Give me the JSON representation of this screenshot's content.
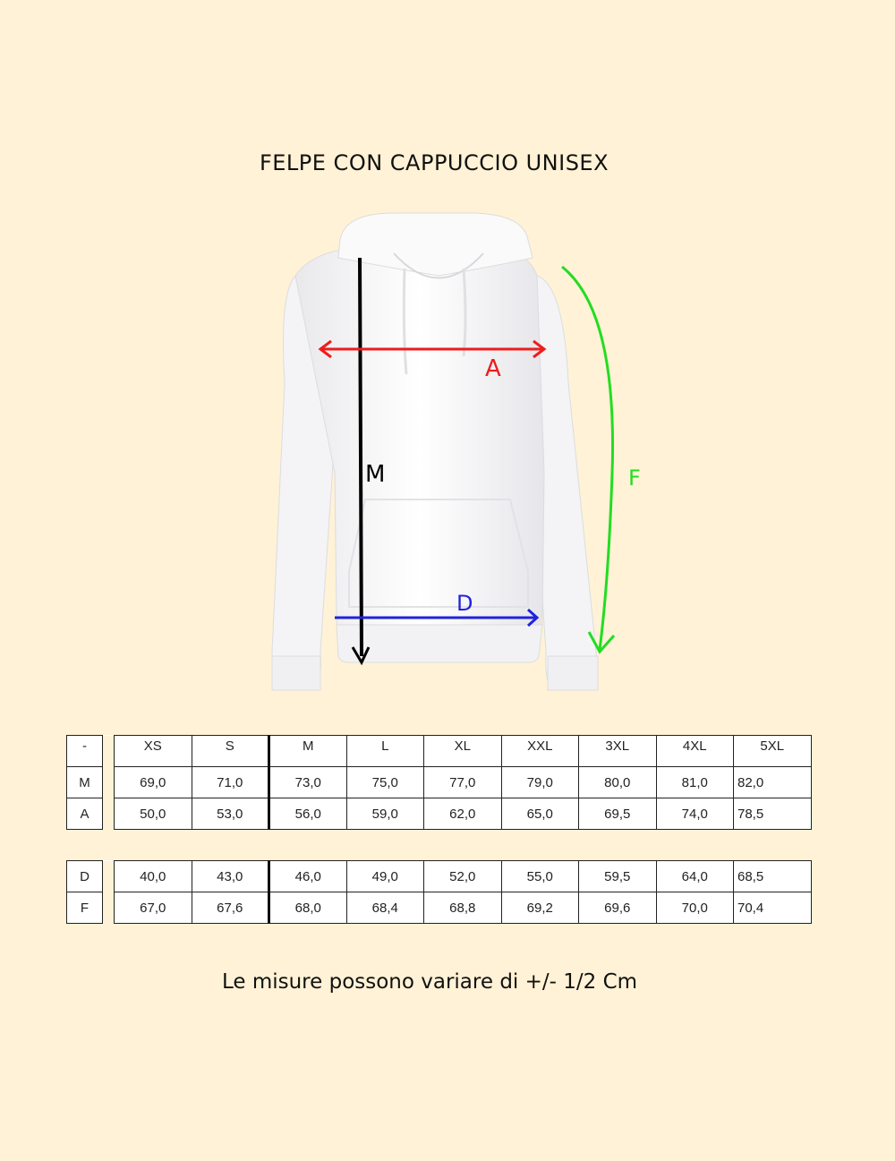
{
  "title": "FELPE CON CAPPUCCIO UNISEX",
  "diagram": {
    "labels": {
      "A": "A",
      "M": "M",
      "F": "F",
      "D": "D"
    },
    "colors": {
      "A": "#ee1c1c",
      "M": "#000000",
      "F": "#22dd22",
      "D": "#2222dd"
    }
  },
  "table_top": {
    "header": [
      "-",
      "XS",
      "S",
      "M",
      "L",
      "XL",
      "XXL",
      "3XL",
      "4XL",
      "5XL"
    ],
    "rows": [
      [
        "M",
        "69,0",
        "71,0",
        "73,0",
        "75,0",
        "77,0",
        "79,0",
        "80,0",
        "81,0",
        "82,0"
      ],
      [
        "A",
        "50,0",
        "53,0",
        "56,0",
        "59,0",
        "62,0",
        "65,0",
        "69,5",
        "74,0",
        "78,5"
      ]
    ]
  },
  "table_bottom": {
    "rows": [
      [
        "D",
        "40,0",
        "43,0",
        "46,0",
        "49,0",
        "52,0",
        "55,0",
        "59,5",
        "64,0",
        "68,5"
      ],
      [
        "F",
        "67,0",
        "67,6",
        "68,0",
        "68,4",
        "68,8",
        "69,2",
        "69,6",
        "70,0",
        "70,4"
      ]
    ]
  },
  "footer_note": "Le misure possono variare di +/- 1/2 Cm"
}
